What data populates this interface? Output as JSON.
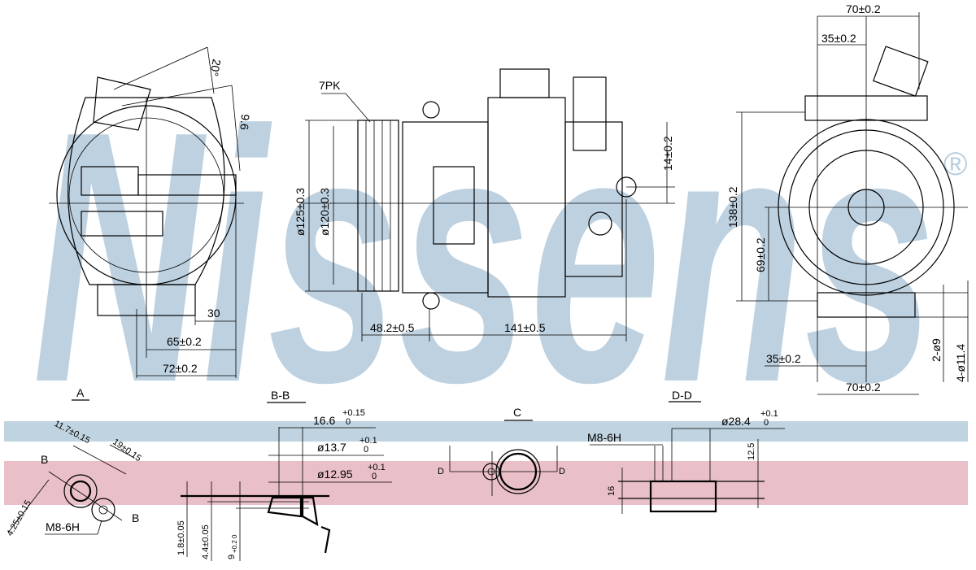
{
  "watermark": {
    "brand": "Nissens",
    "registered": "®"
  },
  "colors": {
    "watermark": "#b7cddd",
    "band_blue": "#bfd3e0",
    "band_red": "#e9bfc8",
    "line": "#000000"
  },
  "left_view": {
    "angle": "20°",
    "offset": "9.6",
    "dim_30": "30",
    "dim_65": "65±0.2",
    "dim_72": "72±0.2"
  },
  "front_view": {
    "belt": "7PK",
    "dia_125": "ø125±0.3",
    "dia_120": "ø120±0.3",
    "dim_48": "48.2±0.5",
    "dim_141": "141±0.5",
    "dim_14": "14±0.2"
  },
  "right_view": {
    "top_70": "70±0.2",
    "top_35": "35±0.2",
    "dim_138": "138±0.2",
    "dim_69": "69±0.2",
    "holes_9": "2-ø9",
    "holes_11": "4-ø11.4",
    "bottom_35": "35±0.2",
    "bottom_70": "70±0.2"
  },
  "section_a": {
    "title": "A",
    "dim_11": "11.7±0.15",
    "dim_19": "19±0.15",
    "dim_425": "4.25±0.15",
    "thread": "M8-6H",
    "cut_b1": "B",
    "cut_b2": "B"
  },
  "section_bb": {
    "title": "B-B",
    "dim_166": "16.6",
    "tol_166_up": "+0.15",
    "tol_166_lo": "0",
    "dim_137": "ø13.7",
    "tol_137_up": "+0.1",
    "tol_137_lo": "0",
    "dim_1295": "ø12.95",
    "tol_1295_up": "+0.1",
    "tol_1295_lo": "0",
    "dim_18": "1.8±0.05",
    "dim_44": "4.4±0.05",
    "dim_9": "9",
    "tol_9": "+0.2 0"
  },
  "section_c": {
    "title": "C",
    "cut_d1": "D",
    "cut_d2": "D"
  },
  "section_dd": {
    "title": "D-D",
    "thread": "M8-6H",
    "dim_284": "ø28.4",
    "tol_284_up": "+0.1",
    "tol_284_lo": "0",
    "dim_125": "12.5",
    "dim_16": "16"
  }
}
